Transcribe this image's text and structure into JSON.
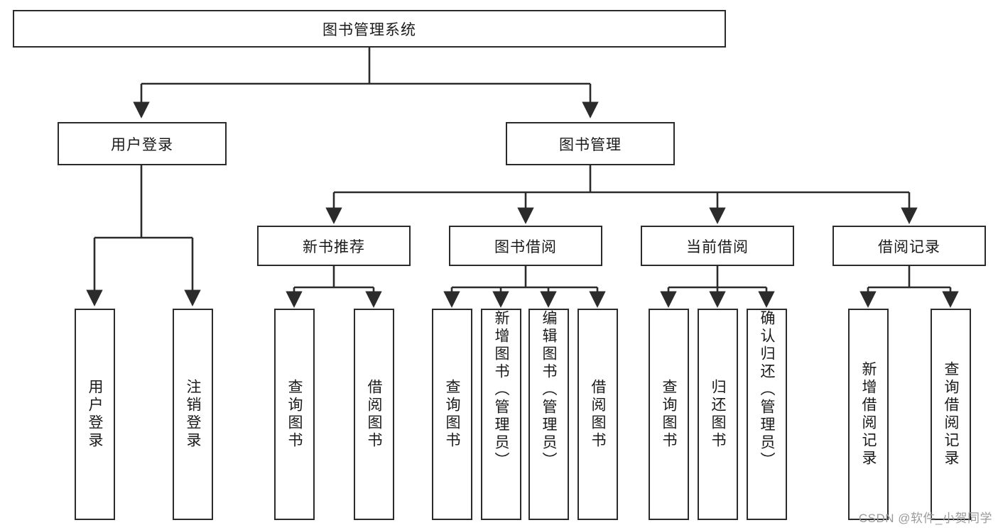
{
  "diagram": {
    "title": "图书管理系统",
    "type": "tree-hierarchy",
    "orientation": "top-down",
    "colors": {
      "stroke": "#2b2b2b",
      "fill": "#ffffff",
      "text": "#1a1a1a",
      "watermark": "#9a9a9a"
    },
    "root": {
      "label": "图书管理系统"
    },
    "level2": [
      {
        "label": "用户登录"
      },
      {
        "label": "图书管理"
      }
    ],
    "level3": [
      {
        "label": "新书推荐"
      },
      {
        "label": "图书借阅"
      },
      {
        "label": "当前借阅"
      },
      {
        "label": "借阅记录"
      }
    ],
    "leaves": {
      "user_login": [
        {
          "label": "用户登录"
        },
        {
          "label": "注销登录"
        }
      ],
      "new_book_recommend": [
        {
          "label": "查询图书"
        },
        {
          "label": "借阅图书"
        }
      ],
      "book_borrow": [
        {
          "label": "查询图书"
        },
        {
          "label": "新增图书（管理员）"
        },
        {
          "label": "编辑图书（管理员）"
        },
        {
          "label": "借阅图书"
        }
      ],
      "current_borrow": [
        {
          "label": "查询图书"
        },
        {
          "label": "归还图书"
        },
        {
          "label": "确认归还（管理员）"
        }
      ],
      "borrow_record": [
        {
          "label": "新增借阅记录"
        },
        {
          "label": "查询借阅记录"
        }
      ]
    },
    "watermark": "CSDN @软件_小贺同学"
  }
}
